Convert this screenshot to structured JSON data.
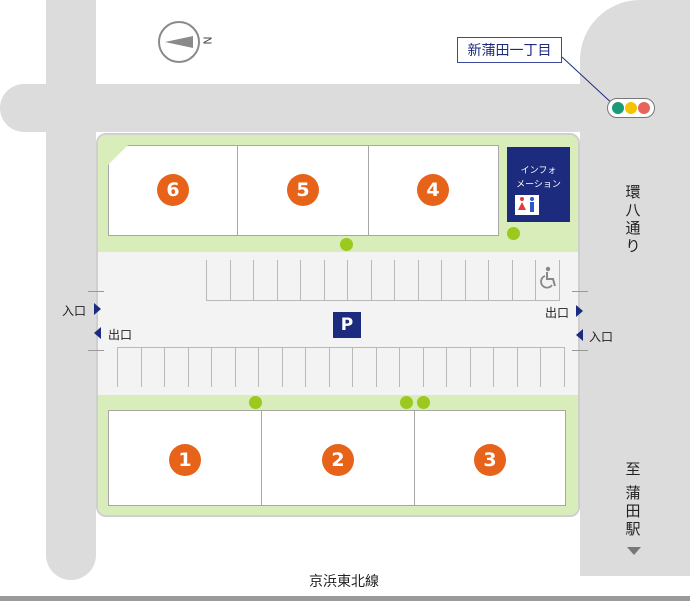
{
  "map": {
    "station_label": "新蒲田一丁目",
    "compass_letter": "N",
    "road_right_name": "環八通り",
    "to_label": "至",
    "station_name": "蒲田駅",
    "rail_line": "京浜東北線",
    "parking_label": "P",
    "info_label_line1": "インフォ",
    "info_label_line2": "メーション",
    "entrance": "入口",
    "exit": "出口",
    "traffic_light_colors": [
      "#1a9a78",
      "#f2c500",
      "#e8645a"
    ],
    "shops": [
      {
        "number": "6"
      },
      {
        "number": "5"
      },
      {
        "number": "4"
      },
      {
        "number": "1"
      },
      {
        "number": "2"
      },
      {
        "number": "3"
      }
    ],
    "colors": {
      "road": "#dcdcdc",
      "green_strip": "#d9edba",
      "shop_number_bg": "#e8631a",
      "info_bg": "#1d2b7e",
      "tree": "#9bc91e"
    }
  }
}
